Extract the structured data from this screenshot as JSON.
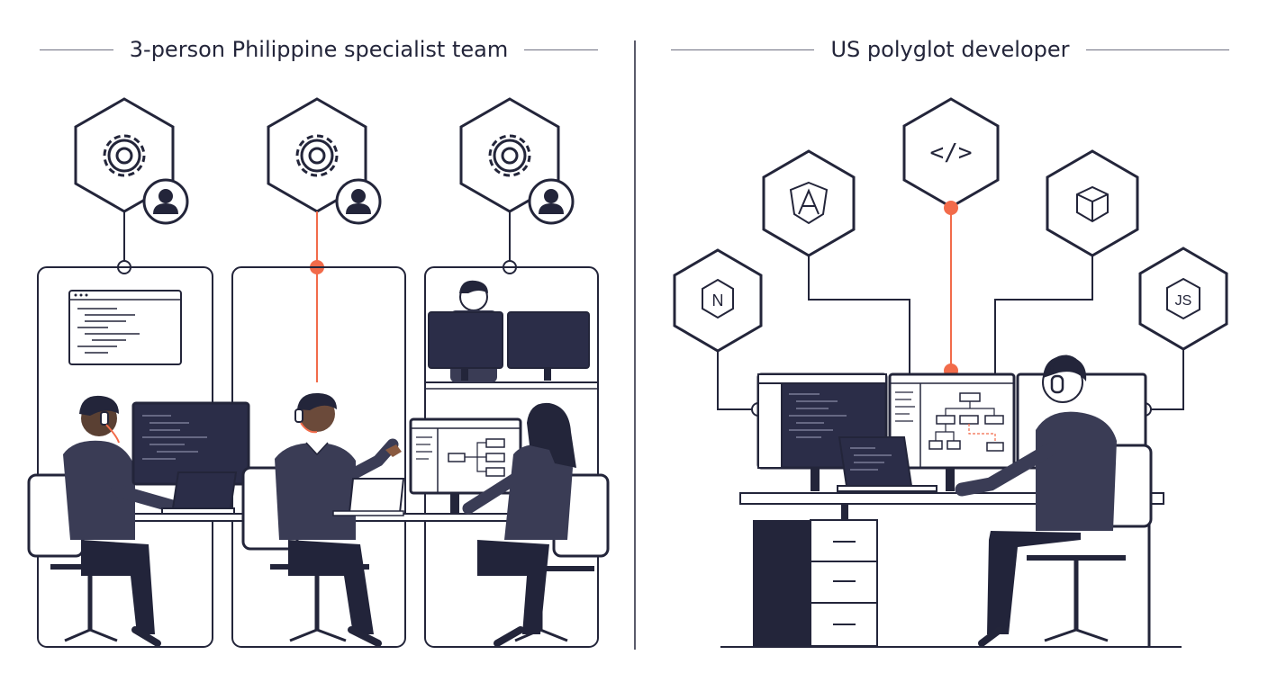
{
  "panels": {
    "left": {
      "title": "3-person Philippine specialist team",
      "team_size": 3
    },
    "right": {
      "title": "US polyglot developer"
    }
  },
  "icons": {
    "left": [
      "gear-icon",
      "gear-icon",
      "gear-icon",
      "person-icon",
      "person-icon",
      "person-icon"
    ],
    "right": [
      "node-n-icon",
      "angular-a-icon",
      "code-brackets-icon",
      "cube-icon",
      "js-icon"
    ]
  },
  "labels": {
    "node": "N",
    "code": "</>",
    "js": "JS"
  },
  "colors": {
    "ink": "#23253a",
    "accent": "#f26b4a",
    "background": "#ffffff"
  }
}
